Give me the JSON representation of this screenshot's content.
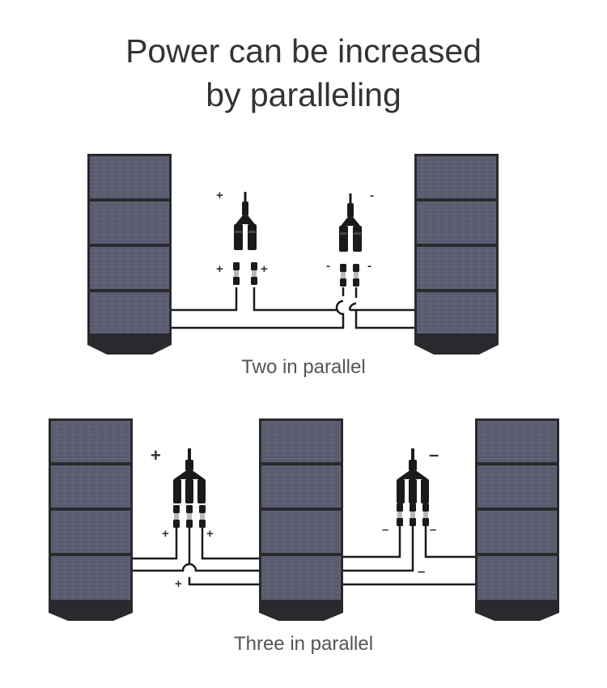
{
  "title": {
    "line1": "Power can be increased",
    "line2": "by paralleling"
  },
  "two_parallel": {
    "caption": "Two in parallel",
    "plus_sign": "+",
    "minus_sign": "-"
  },
  "three_parallel": {
    "caption": "Three in parallel",
    "plus_sign": "+",
    "minus_sign": "–"
  },
  "colors": {
    "panel_dark": "#2a2a2e",
    "cell": "#5b5e6e",
    "wire": "#1a1a1a",
    "text": "#333333"
  }
}
